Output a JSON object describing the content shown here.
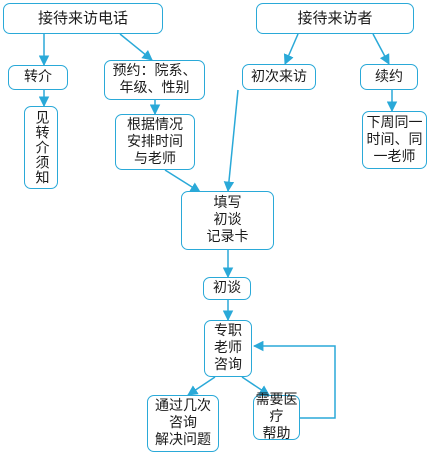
{
  "flowchart": {
    "phone_call": "接待来访电话",
    "visitor": "接待来访者",
    "referral": "转介",
    "referral_note": "见转介须知",
    "appointment": "预约：院系、\n年级、性别",
    "arrange": "根据情况\n安排时间\n与老师",
    "first_visit": "初次来访",
    "followup": "续约",
    "followup_note": "下周同一\n时间、同\n一老师",
    "fill_form": "填写\n初谈\n记录卡",
    "initial_talk": "初谈",
    "consult": "专职\n老师\n咨询",
    "resolve": "通过几次\n咨询\n解决问题",
    "medical": "需要医疗\n帮助"
  },
  "colors": {
    "accent": "#2aa9d8",
    "text": "#1a1a1a"
  }
}
